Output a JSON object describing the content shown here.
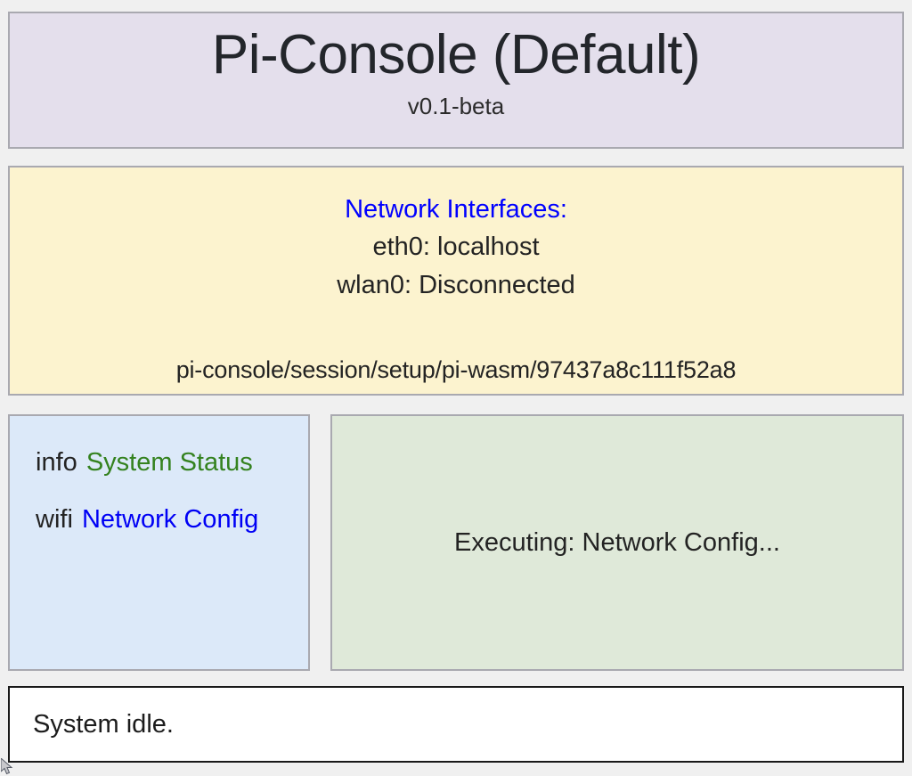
{
  "header": {
    "title": "Pi-Console (Default)",
    "version": "v0.1-beta"
  },
  "network": {
    "heading": "Network Interfaces:",
    "interfaces": [
      {
        "name": "eth0",
        "status": "localhost",
        "line": "eth0: localhost"
      },
      {
        "name": "wlan0",
        "status": "Disconnected",
        "line": "wlan0: Disconnected"
      }
    ],
    "session_path": "pi-console/session/setup/pi-wasm/97437a8c111f52a8"
  },
  "menu": {
    "items": [
      {
        "icon": "info",
        "label": "System Status",
        "color": "#34821f"
      },
      {
        "icon": "wifi",
        "label": "Network Config",
        "color": "#0000f5"
      }
    ]
  },
  "execution": {
    "text": "Executing: Network Config..."
  },
  "status": {
    "text": "System idle."
  },
  "colors": {
    "page_background": "#f0f0f0",
    "header_background": "#e4dfec",
    "network_background": "#fcf3cf",
    "menu_background": "#dce9f9",
    "execution_background": "#dfe9d9",
    "status_background": "#ffffff",
    "panel_border": "#a9a9b0",
    "status_border": "#191919",
    "heading_blue": "#0000ff",
    "link_green": "#34821f",
    "link_blue": "#0000f5"
  }
}
